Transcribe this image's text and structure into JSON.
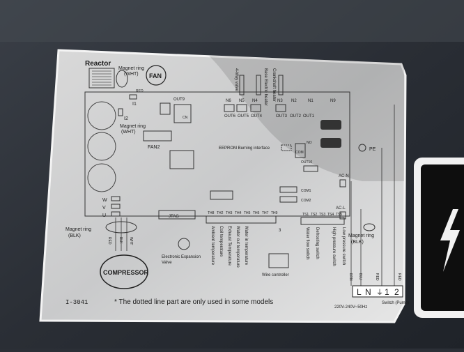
{
  "plate": {
    "reactor": "Reactor",
    "magnet_ring_top": "Magnet ring",
    "magnet_ring_top_color": "(WHT)",
    "fan": "FAN",
    "red_wire": "RED",
    "i1": "I1",
    "i2": "I2",
    "magnet_ring_left": "Magnet ring",
    "magnet_ring_left_color": "(WHT)",
    "fan2": "FAN2",
    "out9": "OUT9",
    "cn": "CN",
    "n6": "N6",
    "n5": "N5",
    "n4": "N4",
    "n3": "N3",
    "n2": "N2",
    "n1": "N1",
    "n9": "N9",
    "out6": "OUT6",
    "out5": "OUT5",
    "out4": "OUT4",
    "out3": "OUT3",
    "out2": "OUT2",
    "out1": "OUT1",
    "valve_4way": "4-Way valve",
    "base_heater": "Base Electric heater",
    "crankshaft_heater": "Crankshaft heater",
    "eeprom": "EEPROM Burning interface",
    "com_small": "COM",
    "no": "NO",
    "out10": "OUT10",
    "pe": "PE",
    "ac_n": "AC-N",
    "com1": "COM1",
    "com2": "COM2",
    "ac_l": "AC-L",
    "jtag": "JTAG",
    "tb_labels": [
      "TH8",
      "TH2",
      "TH3",
      "TH4",
      "TH5",
      "TH6",
      "TH7",
      "TH9"
    ],
    "ts_labels": [
      "TS1",
      "TS2",
      "TS3",
      "TS4",
      "TS5"
    ],
    "w": "W",
    "v": "V",
    "u": "U",
    "magnet_ring_bottom": "Magnet ring",
    "magnet_ring_bottom_color": "(BLK)",
    "red": "RED",
    "blk": "BLK",
    "wht": "WHT",
    "compressor": "COMPRESSOR",
    "eev": "Electronic Expansion",
    "eev2": "Valve",
    "sensors": [
      "Ambient temperature",
      "Coil temperature",
      "Exhaust Temperature",
      "Water out temperature",
      "Water in temperature"
    ],
    "wire_controller": "Wire controller",
    "three": "3",
    "switches": [
      "Water flow switch",
      "Defrosting switch",
      "High pressure switch",
      "Low pressure switch"
    ],
    "magnet_ring_right": "Magnet ring",
    "magnet_ring_right_color": "(BLK)",
    "wires_right": [
      "BRN",
      "BLU",
      "RED",
      "RED"
    ],
    "terminals": [
      "L",
      "N",
      "1",
      "2"
    ],
    "switch_pump": "Switch (Pump)",
    "voltage": "220V-240V~50Hz",
    "model": "I-3041",
    "note": "* The dotted line part are only used in some models"
  }
}
